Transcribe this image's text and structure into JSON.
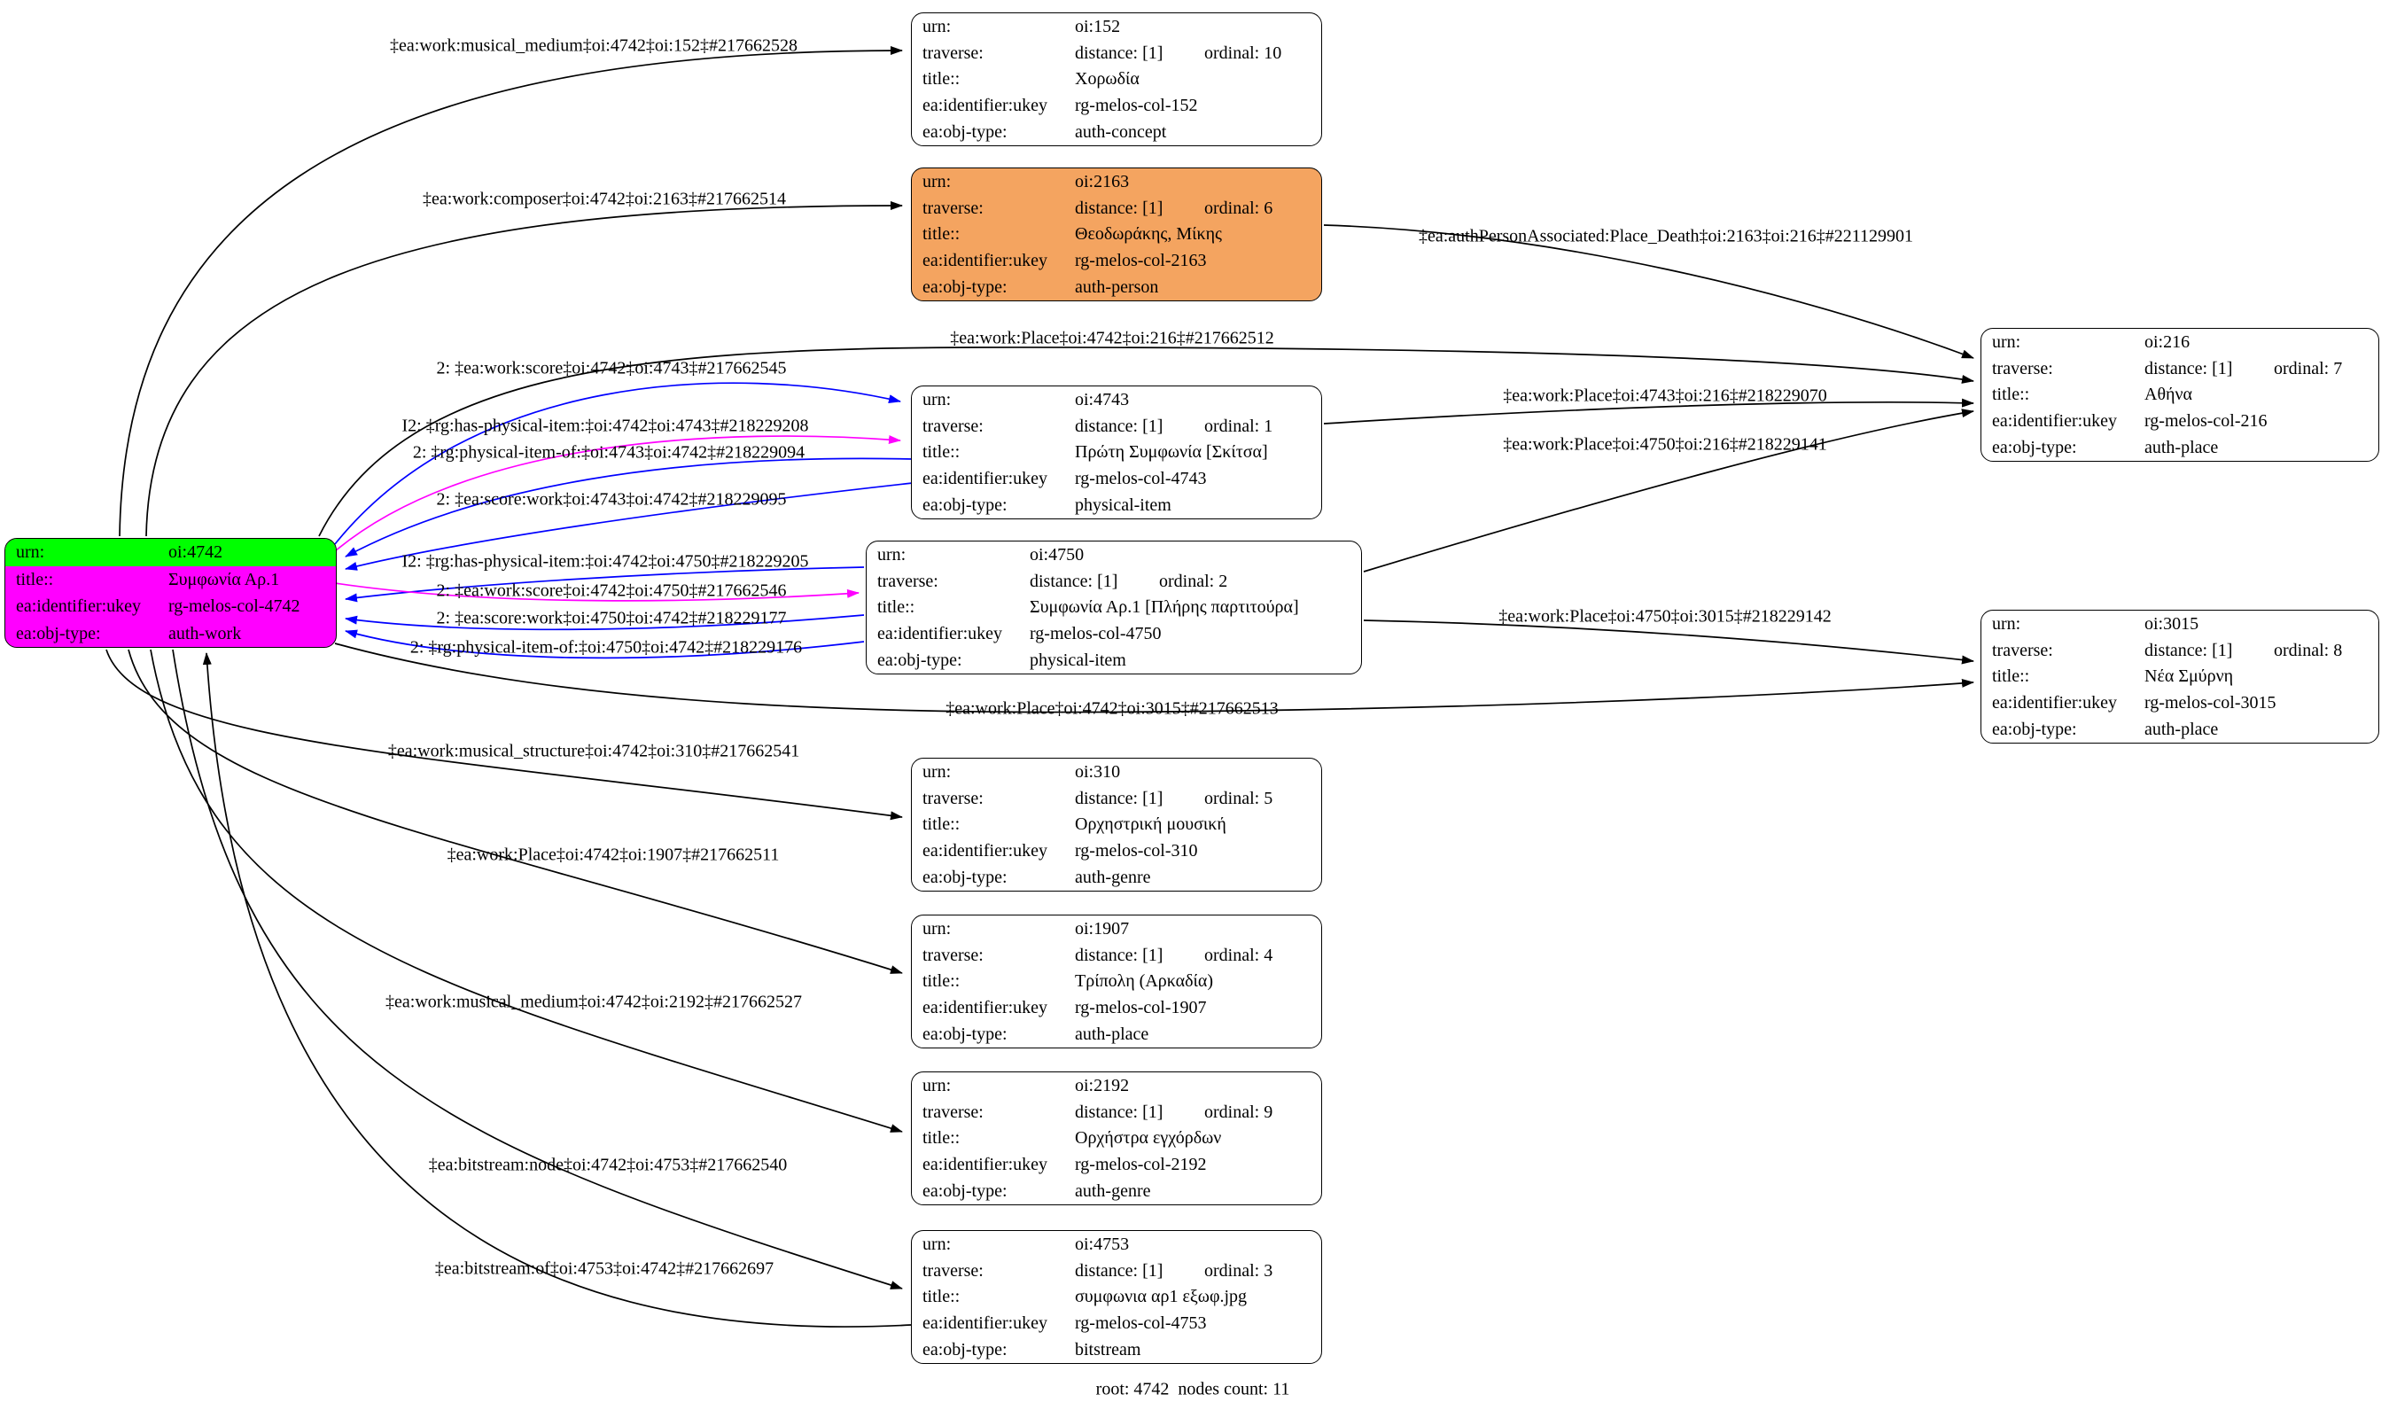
{
  "diagram": {
    "footer": "root: 4742  nodes count: 11"
  },
  "field_labels": {
    "urn": "urn:",
    "traverse": "traverse:",
    "title": "title::",
    "identifier": "ea:identifier:ukey",
    "objtype": "ea:obj-type:"
  },
  "colors": {
    "root_fill": "#FF00FF",
    "root_urn_fill": "#00FF00",
    "person_fill": "#F4A460",
    "default_fill": "#FFFFFF",
    "edge_default": "#000000",
    "edge_score": "#0000FF",
    "edge_physical_item": "#FF00FF"
  },
  "root_node": {
    "id": "oi:4742",
    "urn": "oi:4742",
    "title": "Συμφωνία Αρ.1",
    "ukey": "rg-melos-col-4742",
    "objtype": "auth-work"
  },
  "nodes": [
    {
      "id": "oi:152",
      "urn": "oi:152",
      "distance": "distance: [1]",
      "ordinal": "ordinal: 10",
      "title": "Χορωδία",
      "ukey": "rg-melos-col-152",
      "objtype": "auth-concept",
      "fill": "#FFFFFF"
    },
    {
      "id": "oi:2163",
      "urn": "oi:2163",
      "distance": "distance: [1]",
      "ordinal": "ordinal: 6",
      "title": "Θεοδωράκης, Μίκης",
      "ukey": "rg-melos-col-2163",
      "objtype": "auth-person",
      "fill": "#F4A460"
    },
    {
      "id": "oi:4743",
      "urn": "oi:4743",
      "distance": "distance: [1]",
      "ordinal": "ordinal: 1",
      "title": "Πρώτη Συμφωνία [Σκίτσα]",
      "ukey": "rg-melos-col-4743",
      "objtype": "physical-item",
      "fill": "#FFFFFF"
    },
    {
      "id": "oi:216",
      "urn": "oi:216",
      "distance": "distance: [1]",
      "ordinal": "ordinal: 7",
      "title": "Αθήνα",
      "ukey": "rg-melos-col-216",
      "objtype": "auth-place",
      "fill": "#FFFFFF"
    },
    {
      "id": "oi:4750",
      "urn": "oi:4750",
      "distance": "distance: [1]",
      "ordinal": "ordinal: 2",
      "title": "Συμφωνία Αρ.1 [Πλήρης παρτιτούρα]",
      "ukey": "rg-melos-col-4750",
      "objtype": "physical-item",
      "fill": "#FFFFFF"
    },
    {
      "id": "oi:3015",
      "urn": "oi:3015",
      "distance": "distance: [1]",
      "ordinal": "ordinal: 8",
      "title": "Νέα Σμύρνη",
      "ukey": "rg-melos-col-3015",
      "objtype": "auth-place",
      "fill": "#FFFFFF"
    },
    {
      "id": "oi:310",
      "urn": "oi:310",
      "distance": "distance: [1]",
      "ordinal": "ordinal: 5",
      "title": "Ορχηστρική μουσική",
      "ukey": "rg-melos-col-310",
      "objtype": "auth-genre",
      "fill": "#FFFFFF"
    },
    {
      "id": "oi:1907",
      "urn": "oi:1907",
      "distance": "distance: [1]",
      "ordinal": "ordinal: 4",
      "title": "Τρίπολη (Αρκαδία)",
      "ukey": "rg-melos-col-1907",
      "objtype": "auth-place",
      "fill": "#FFFFFF"
    },
    {
      "id": "oi:2192",
      "urn": "oi:2192",
      "distance": "distance: [1]",
      "ordinal": "ordinal: 9",
      "title": "Ορχήστρα εγχόρδων",
      "ukey": "rg-melos-col-2192",
      "objtype": "auth-genre",
      "fill": "#FFFFFF"
    },
    {
      "id": "oi:4753",
      "urn": "oi:4753",
      "distance": "distance: [1]",
      "ordinal": "ordinal: 3",
      "title": "συμφωνια αρ1 εξωφ.jpg",
      "ukey": "rg-melos-col-4753",
      "objtype": "bitstream",
      "fill": "#FFFFFF"
    }
  ],
  "edges": [
    {
      "id": "e1",
      "label": "‡ea:work:musical_medium‡oi:4742‡oi:152‡#217662528",
      "color": "#000000"
    },
    {
      "id": "e2",
      "label": "‡ea:work:composer‡oi:4742‡oi:2163‡#217662514",
      "color": "#000000"
    },
    {
      "id": "e3",
      "label": "‡ea:authPersonAssociated:Place_Death‡oi:2163‡oi:216‡#221129901",
      "color": "#000000"
    },
    {
      "id": "e4",
      "label": "‡ea:work:Place‡oi:4742‡oi:216‡#217662512",
      "color": "#000000"
    },
    {
      "id": "e5",
      "label": "2: ‡ea:work:score‡oi:4742‡oi:4743‡#217662545",
      "color": "#0000FF"
    },
    {
      "id": "e6",
      "label": "I2: ‡rg:has-physical-item:‡oi:4742‡oi:4743‡#218229208",
      "color": "#FF00FF"
    },
    {
      "id": "e7",
      "label": "2: ‡rg:physical-item-of:‡oi:4743‡oi:4742‡#218229094",
      "color": "#0000FF"
    },
    {
      "id": "e8",
      "label": "2: ‡ea:score:work‡oi:4743‡oi:4742‡#218229095",
      "color": "#0000FF"
    },
    {
      "id": "e9",
      "label": "‡ea:work:Place‡oi:4743‡oi:216‡#218229070",
      "color": "#000000"
    },
    {
      "id": "e10",
      "label": "‡ea:work:Place‡oi:4750‡oi:216‡#218229141",
      "color": "#000000"
    },
    {
      "id": "e11",
      "label": "I2: ‡rg:has-physical-item:‡oi:4742‡oi:4750‡#218229205",
      "color": "#0000FF"
    },
    {
      "id": "e12",
      "label": "2: ‡ea:work:score‡oi:4742‡oi:4750‡#217662546",
      "color": "#FF00FF"
    },
    {
      "id": "e13",
      "label": "2: ‡ea:score:work‡oi:4750‡oi:4742‡#218229177",
      "color": "#0000FF"
    },
    {
      "id": "e14",
      "label": "2: ‡rg:physical-item-of:‡oi:4750‡oi:4742‡#218229176",
      "color": "#0000FF"
    },
    {
      "id": "e15",
      "label": "‡ea:work:Place‡oi:4750‡oi:3015‡#218229142",
      "color": "#000000"
    },
    {
      "id": "e16",
      "label": "‡ea:work:Place‡oi:4742‡oi:3015‡#217662513",
      "color": "#000000"
    },
    {
      "id": "e17",
      "label": "‡ea:work:musical_structure‡oi:4742‡oi:310‡#217662541",
      "color": "#000000"
    },
    {
      "id": "e18",
      "label": "‡ea:work:Place‡oi:4742‡oi:1907‡#217662511",
      "color": "#000000"
    },
    {
      "id": "e19",
      "label": "‡ea:work:musical_medium‡oi:4742‡oi:2192‡#217662527",
      "color": "#000000"
    },
    {
      "id": "e20",
      "label": "‡ea:bitstream:node‡oi:4742‡oi:4753‡#217662540",
      "color": "#000000"
    },
    {
      "id": "e21",
      "label": "‡ea:bitstream:of‡oi:4753‡oi:4742‡#217662697",
      "color": "#000000"
    }
  ]
}
